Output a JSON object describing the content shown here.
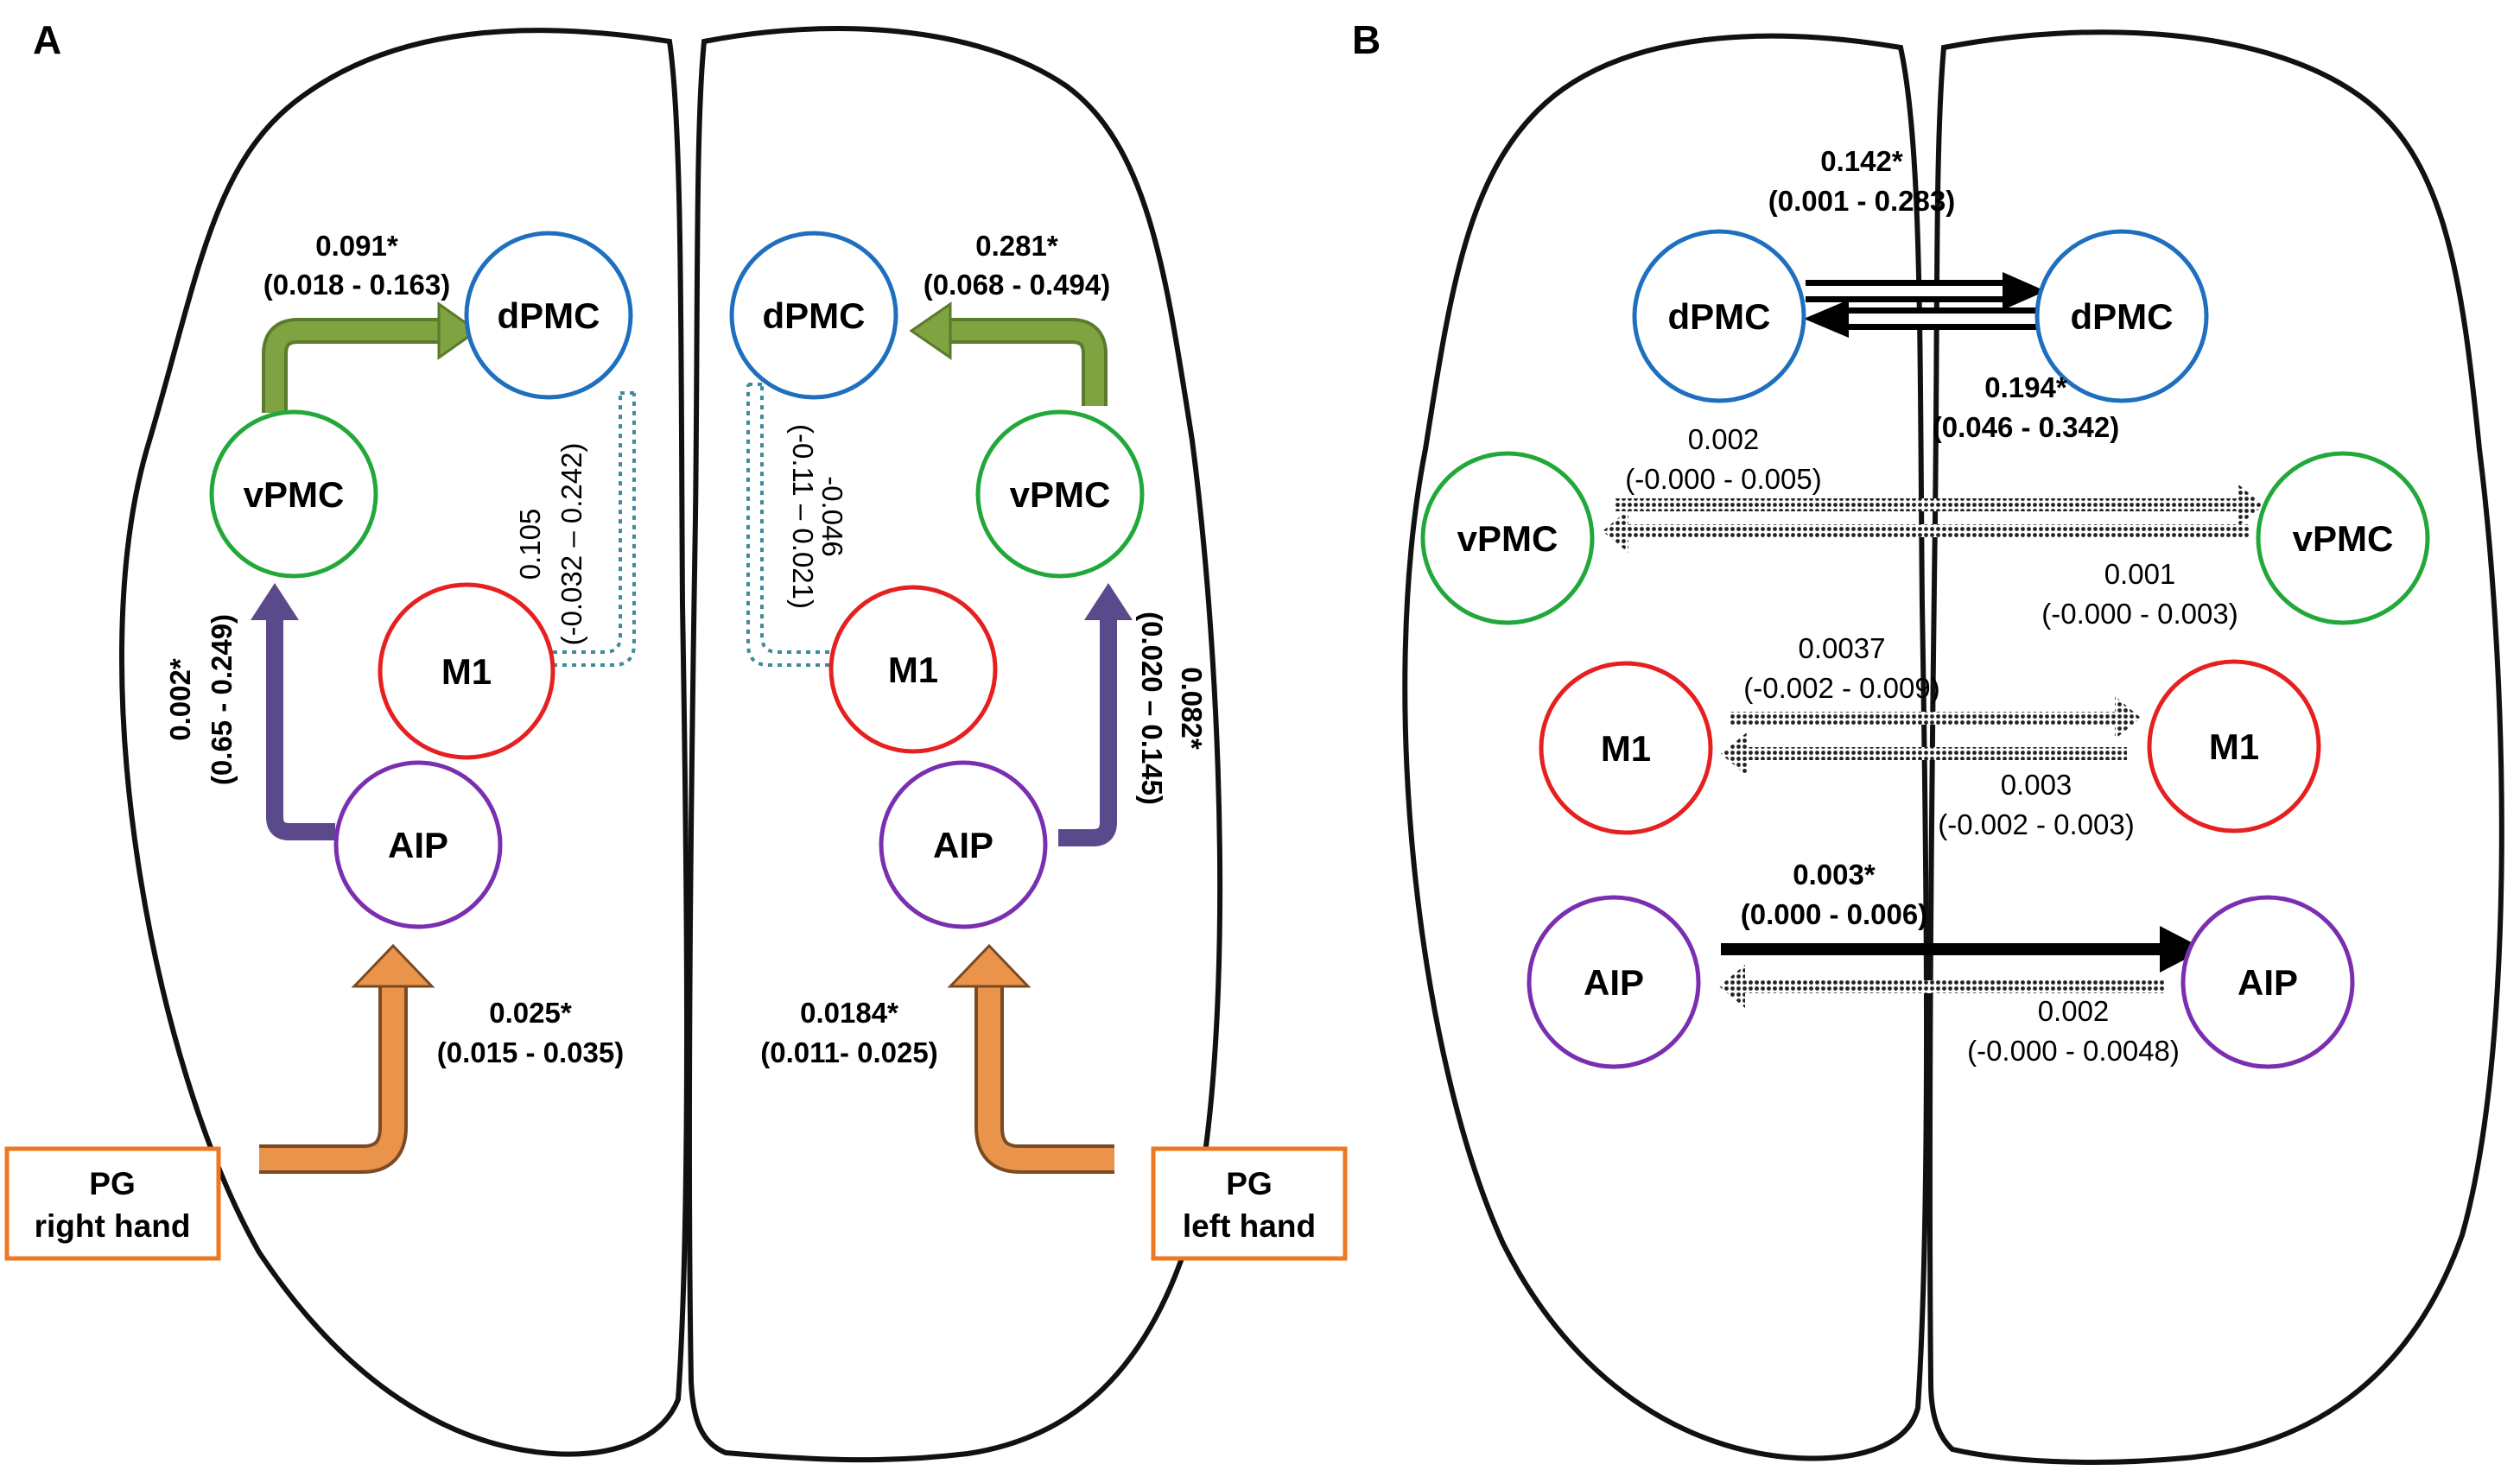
{
  "panels": {
    "a": "A",
    "b": "B"
  },
  "colors": {
    "dpmc": "#1f6fbf",
    "vpmc": "#22a83a",
    "m1": "#e62020",
    "aip": "#7a2fb0",
    "pg": "#ee7722",
    "green_arrow": "#7ea340",
    "purple_arrow": "#5a4a8c",
    "orange_arrow": "#e9944a",
    "dotted_teal": "#3c8c9a"
  },
  "panel_a": {
    "nodes": {
      "dpmc_l": "dPMC",
      "vpmc_l": "vPMC",
      "m1_l": "M1",
      "aip_l": "AIP",
      "dpmc_r": "dPMC",
      "vpmc_r": "vPMC",
      "m1_r": "M1",
      "aip_r": "AIP"
    },
    "pg_right": {
      "line1": "PG",
      "line2": "right hand"
    },
    "pg_left": {
      "line1": "PG",
      "line2": "left hand"
    },
    "edges": {
      "vpmc_dpmc_l": {
        "value": "0.091*",
        "ci": "(0.018 - 0.163)"
      },
      "m1_dpmc_l": {
        "value": "0.105",
        "ci": "(-0.032 – 0.242)"
      },
      "aip_vpmc_l": {
        "value": "0.002*",
        "ci": "(0.65 - 0.249)"
      },
      "pg_aip_l": {
        "value": "0.025*",
        "ci": "(0.015 - 0.035)"
      },
      "vpmc_dpmc_r": {
        "value": "0.281*",
        "ci": "(0.068 - 0.494)"
      },
      "m1_dpmc_r": {
        "value": "-0.046",
        "ci": "(-0.11 – 0.021)"
      },
      "aip_vpmc_r": {
        "value": "0.082*",
        "ci": "(0.020 – 0.145)"
      },
      "pg_aip_r": {
        "value": "0.0184*",
        "ci": "(0.011-  0.025)"
      }
    }
  },
  "panel_b": {
    "nodes": {
      "dpmc_l": "dPMC",
      "dpmc_r": "dPMC",
      "vpmc_l": "vPMC",
      "vpmc_r": "vPMC",
      "m1_l": "M1",
      "m1_r": "M1",
      "aip_l": "AIP",
      "aip_r": "AIP"
    },
    "edges": {
      "dpmc_lr": {
        "value": "0.142*",
        "ci": "(0.001 - 0.283)"
      },
      "dpmc_rl": {
        "value": "0.194*",
        "ci": "(0.046 - 0.342)"
      },
      "vpmc_lr": {
        "value": "0.002",
        "ci": "(-0.000 - 0.005)"
      },
      "vpmc_rl": {
        "value": "0.001",
        "ci": "(-0.000 - 0.003)"
      },
      "m1_lr": {
        "value": "0.0037",
        "ci": "(-0.002 - 0.009)"
      },
      "m1_rl": {
        "value": "0.003",
        "ci": "(-0.002 - 0.003)"
      },
      "aip_lr": {
        "value": "0.003*",
        "ci": "(0.000 - 0.006)"
      },
      "aip_rl": {
        "value": "0.002",
        "ci": "(-0.000 - 0.0048)"
      }
    }
  }
}
